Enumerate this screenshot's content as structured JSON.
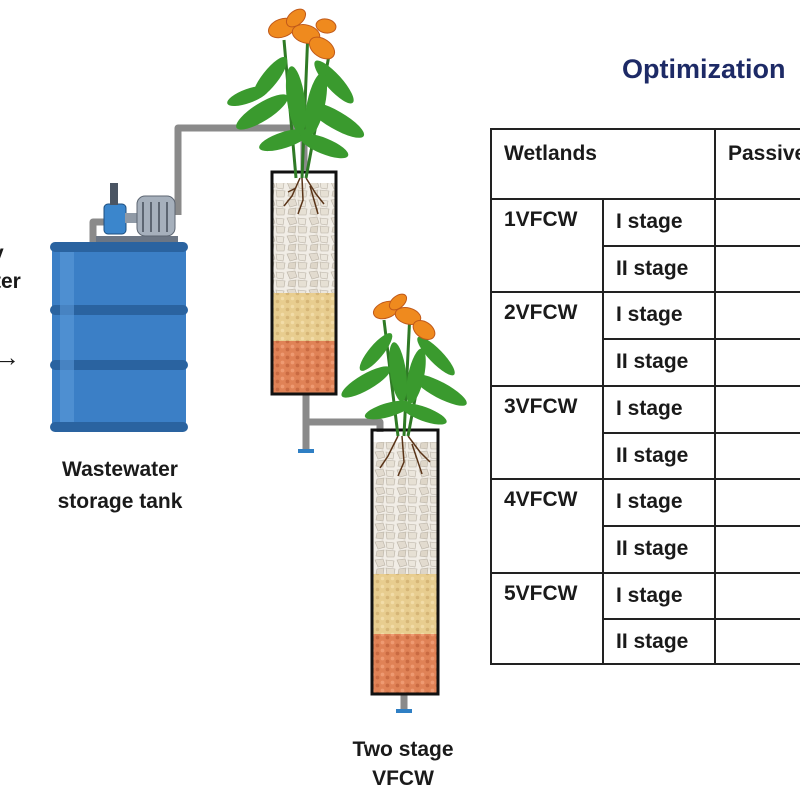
{
  "left_label": {
    "line1": "y",
    "line2": "ter",
    "arrow": "→"
  },
  "tank_label": {
    "line1": "Wastewater",
    "line2": "storage tank"
  },
  "wetland_label": {
    "line1": "Two stage",
    "line2": "VFCW"
  },
  "title": "Optimization",
  "table": {
    "headers": [
      "Wetlands",
      "Passive"
    ],
    "rows": [
      {
        "name": "1VFCW",
        "stages": [
          "I stage",
          "II stage"
        ]
      },
      {
        "name": "2VFCW",
        "stages": [
          "I stage",
          "II stage"
        ]
      },
      {
        "name": "3VFCW",
        "stages": [
          "I stage",
          "II stage"
        ]
      },
      {
        "name": "4VFCW",
        "stages": [
          "I stage",
          "II stage"
        ]
      },
      {
        "name": "5VFCW",
        "stages": [
          "I stage",
          "II stage"
        ]
      }
    ]
  },
  "colors": {
    "tank": "#2f6fb8",
    "pipe": "#8a8a8a",
    "gravel": "#e8e2d8",
    "sand": "#e6c98a",
    "soil": "#e07f52",
    "leaf": "#3a9a2e",
    "flower": "#ef8a1e",
    "title": "#1d2a66"
  }
}
